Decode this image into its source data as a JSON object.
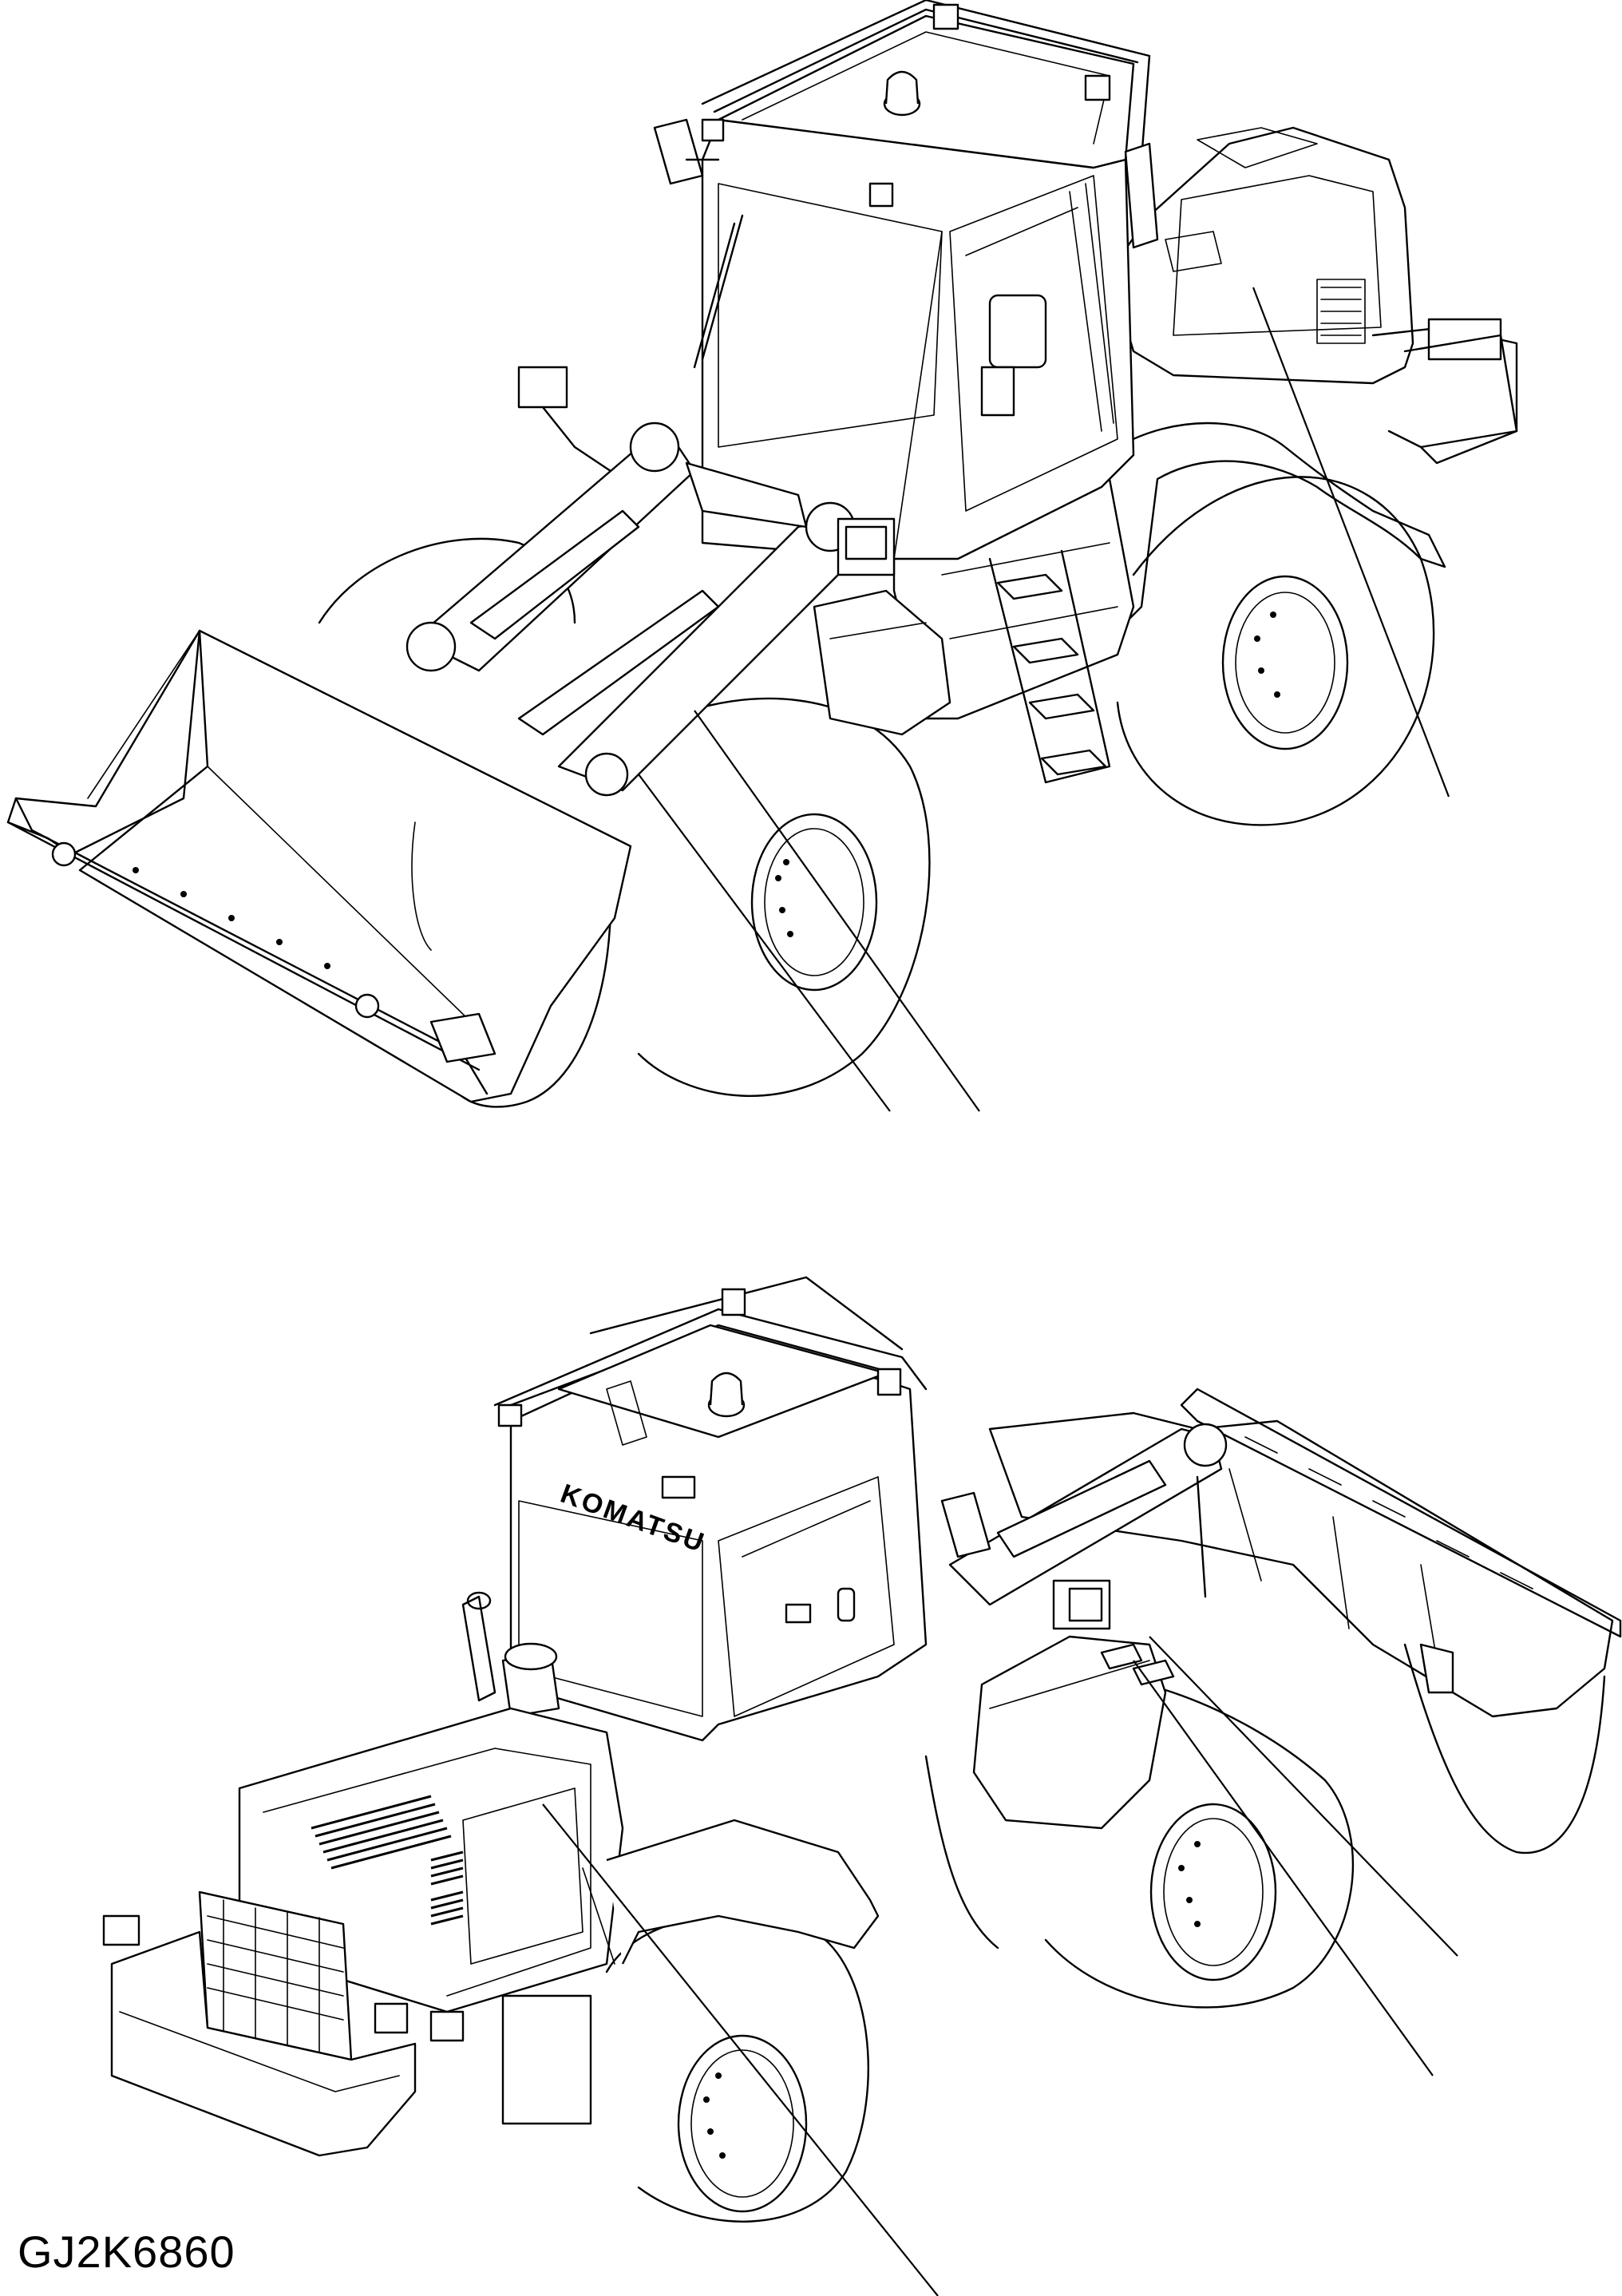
{
  "brand_mark": "KOMATSU",
  "drawing_code": "GJ2K6860",
  "views": [
    {
      "name": "upper-view",
      "leader_lines": 3
    },
    {
      "name": "lower-view",
      "leader_lines": 3
    }
  ]
}
